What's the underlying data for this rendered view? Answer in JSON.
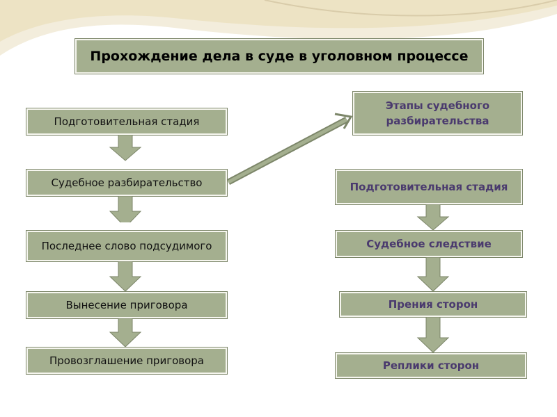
{
  "title": "Прохождение дела в суде в уголовном процессе",
  "left_flow": [
    "Подготовительная стадия",
    "Судебное разбирательство",
    "Последнее слово подсудимого",
    "Вынесение приговора",
    "Провозглашение приговора"
  ],
  "right_header": "Этапы судебного разбирательства",
  "right_flow": [
    "Подготовительная стадия",
    "Судебное следствие",
    "Прения сторон",
    "Реплики сторон"
  ],
  "colors": {
    "box_fill": "#a4af8f",
    "box_border": "#7c8669",
    "right_text": "#4a3a6e",
    "swoosh": "#ede3c4"
  }
}
